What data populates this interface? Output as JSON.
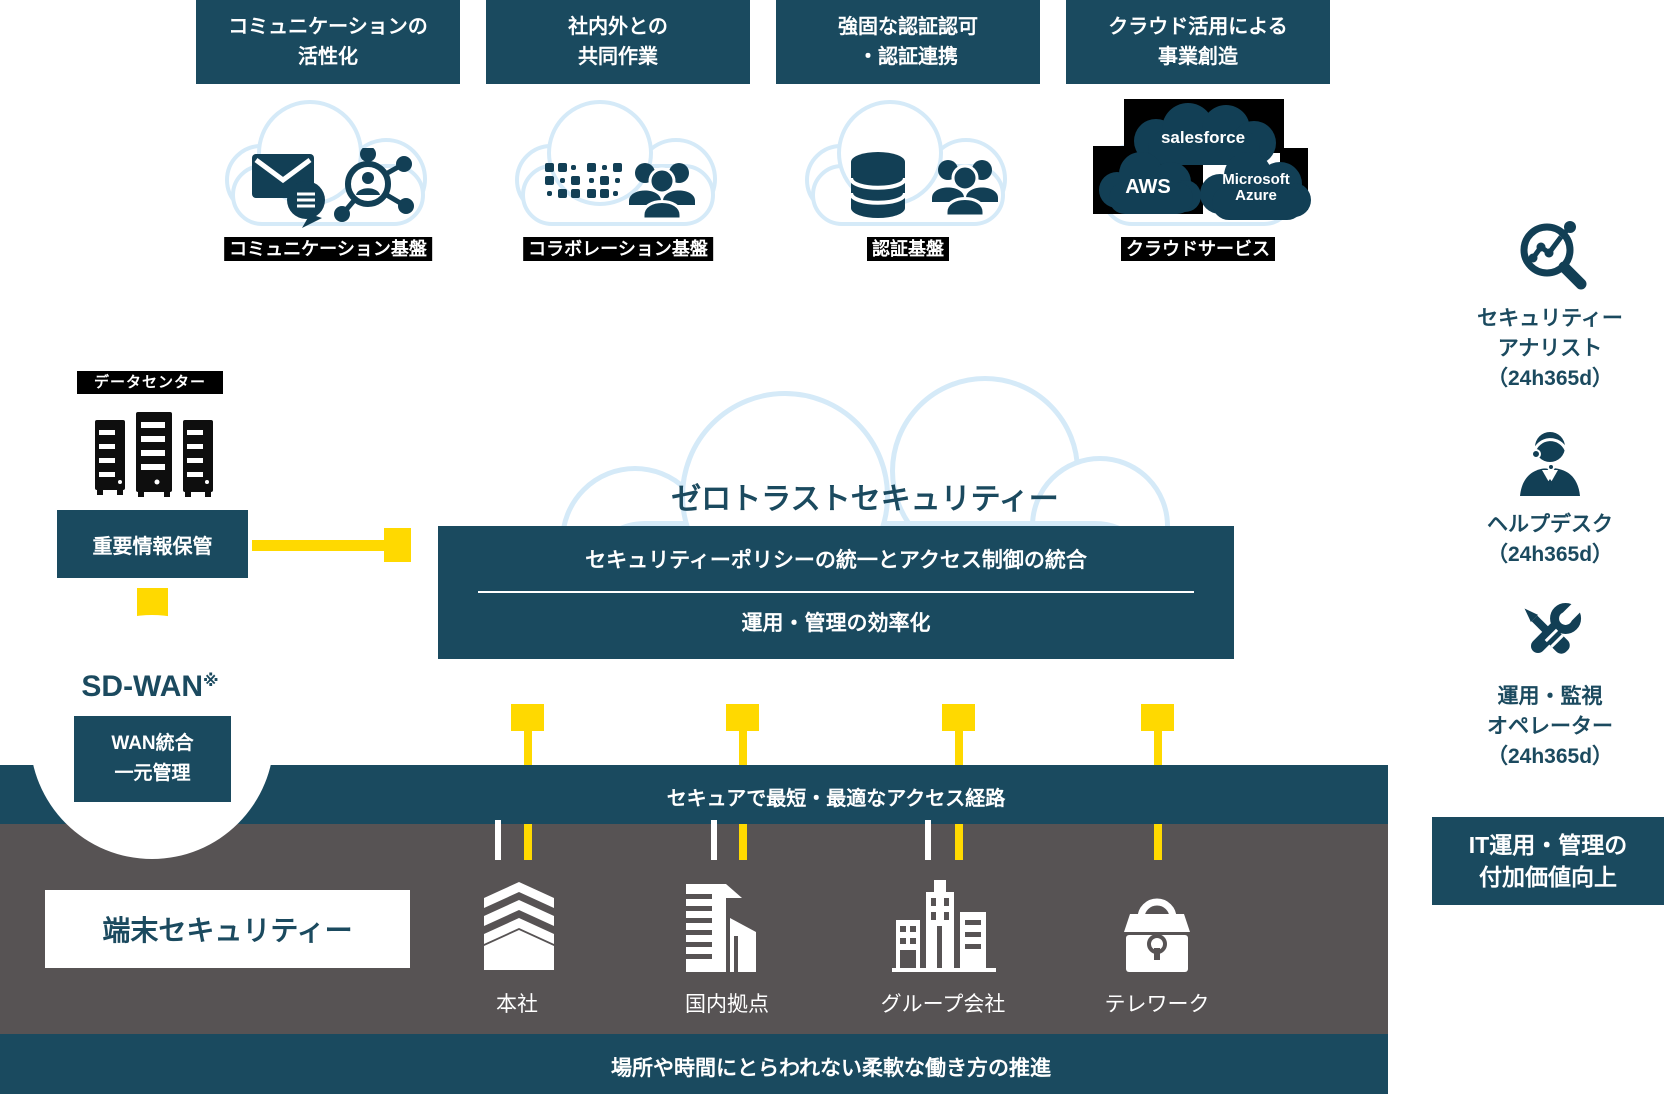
{
  "colors": {
    "navy": "#1A4A5F",
    "icon_navy": "#123F55",
    "yellow": "#FFD900",
    "gray": "#575354",
    "light_blue": "#D5EAF8",
    "black": "#000000",
    "white": "#FFFFFF"
  },
  "pillars": [
    {
      "title_line1": "コミュニケーションの",
      "title_line2": "活性化",
      "base_label": "コミュニケーション基盤"
    },
    {
      "title_line1": "社内外との",
      "title_line2": "共同作業",
      "base_label": "コラボレーション基盤"
    },
    {
      "title_line1": "強固な認証認可",
      "title_line2": "・認証連携",
      "base_label": "認証基盤"
    },
    {
      "title_line1": "クラウド活用による",
      "title_line2": "事業創造",
      "base_label": "クラウドサービス",
      "vendors": {
        "salesforce": "salesforce",
        "aws": "AWS",
        "azure_line1": "Microsoft",
        "azure_line2": "Azure"
      }
    }
  ],
  "datacenter": {
    "label": "データセンター",
    "storage_box": "重要情報保管"
  },
  "sdwan": {
    "name": "SD-WAN",
    "note_mark": "※",
    "box_line1": "WAN統合",
    "box_line2": "一元管理"
  },
  "zero_trust": {
    "heading": "ゼロトラストセキュリティー",
    "policy_row": "セキュリティーポリシーの統一とアクセス制御の統合",
    "ops_row": "運用・管理の効率化"
  },
  "access_route_band": {
    "text": "セキュアで最短・最適なアクセス経路"
  },
  "endpoint_security": {
    "text": "端末セキュリティー"
  },
  "sites": [
    {
      "label": "本社"
    },
    {
      "label": "国内拠点"
    },
    {
      "label": "グループ会社"
    },
    {
      "label": "テレワーク"
    }
  ],
  "workstyle_band": {
    "text": "場所や時間にとらわれない柔軟な働き方の推進"
  },
  "managed_services": [
    {
      "line1": "セキュリティー",
      "line2": "アナリスト",
      "line3": "（24h365d）"
    },
    {
      "line1": "ヘルプデスク",
      "line2": "（24h365d）",
      "line3": ""
    },
    {
      "line1": "運用・監視",
      "line2": "オペレーター",
      "line3": "（24h365d）"
    }
  ],
  "it_value": {
    "line1": "IT運用・管理の",
    "line2": "付加価値向上"
  }
}
